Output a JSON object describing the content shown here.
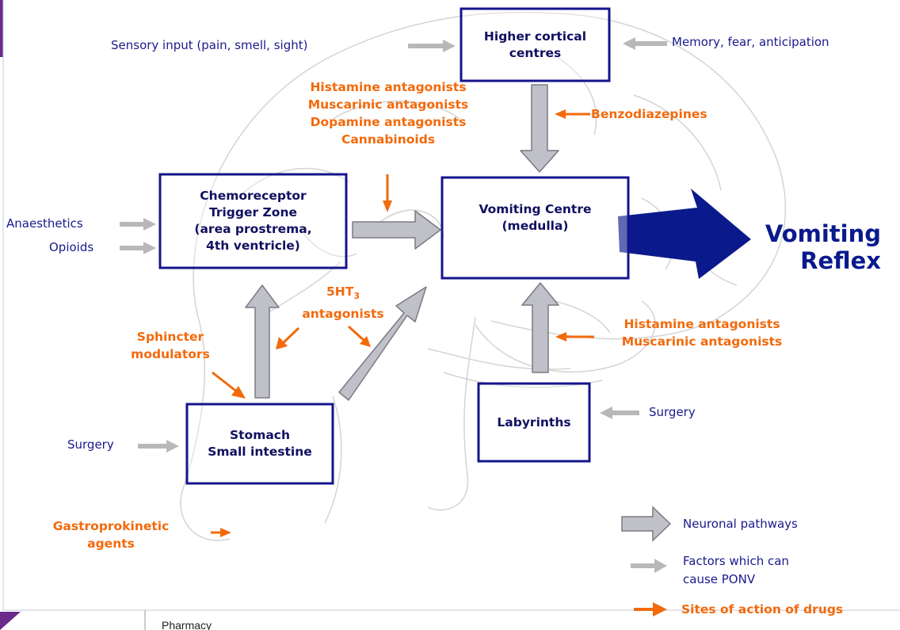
{
  "boxes": {
    "higher_cortical": "Higher cortical\ncentres",
    "ctz": "Chemoreceptor\nTrigger Zone\n(area prostrema,\n4th ventricle)",
    "vomiting_centre": "Vomiting Centre\n(medulla)",
    "stomach": "Stomach\nSmall intestine",
    "labyrinths": "Labyrinths"
  },
  "outcome": "Vomiting\nReflex",
  "factors": {
    "sensory_input": "Sensory input (pain, smell, sight)",
    "memory": "Memory, fear, anticipation",
    "anaesthetics": "Anaesthetics",
    "opioids": "Opioids",
    "surgery_gut": "Surgery",
    "surgery_labyrinth": "Surgery"
  },
  "drugs": {
    "vc_antagonists": "Histamine antagonists\nMuscarinic antagonists\nDopamine antagonists\nCannabinoids",
    "benzodiazepines": "Benzodiazepines",
    "ht3_prefix": "5HT",
    "ht3_sub": "3",
    "ht3_suffix": "antagonists",
    "sphincter": "Sphincter\nmodulators",
    "labyrinth_antagonists": "Histamine antagonists\nMuscarinic antagonists",
    "gastroprokinetic": "Gastroprokinetic\nagents"
  },
  "legend": {
    "neuronal": "Neuronal pathways",
    "factors": "Factors which can\ncause PONV",
    "drugs": "Sites of action of drugs"
  },
  "footer": "Pharmacy",
  "colors": {
    "navy": "#1a1a8c",
    "orange": "#f26a0c",
    "gray_arrow": "#b8b8b8",
    "pathway": "#c0c0c8",
    "purple_accent": "#6a2a8a"
  }
}
